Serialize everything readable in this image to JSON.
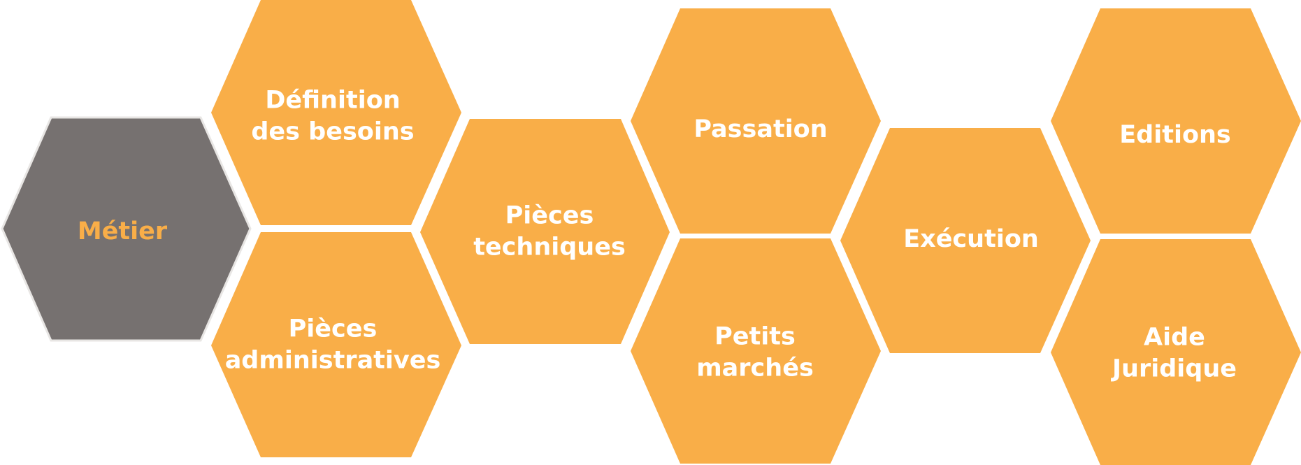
{
  "colors": {
    "primary_fill": "#F9AE48",
    "active_fill": "#767170",
    "active_stroke": "#E8E6E4",
    "label_light": "#FFFFFF",
    "label_active": "#F9AE48"
  },
  "diagram": {
    "nodes": [
      {
        "id": "metier",
        "lines": [
          "Métier"
        ],
        "active": true
      },
      {
        "id": "definition-des-besoins",
        "lines": [
          "Définition",
          "des besoins"
        ],
        "active": false
      },
      {
        "id": "pieces-administratives",
        "lines": [
          "Pièces",
          "administratives"
        ],
        "active": false
      },
      {
        "id": "pieces-techniques",
        "lines": [
          "Pièces",
          "techniques"
        ],
        "active": false
      },
      {
        "id": "passation",
        "lines": [
          "Passation"
        ],
        "active": false
      },
      {
        "id": "petits-marches",
        "lines": [
          "Petits",
          "marchés"
        ],
        "active": false
      },
      {
        "id": "execution",
        "lines": [
          "Exécution"
        ],
        "active": false
      },
      {
        "id": "editions",
        "lines": [
          "Editions"
        ],
        "active": false
      },
      {
        "id": "aide-juridique",
        "lines": [
          "Aide",
          "Juridique"
        ],
        "active": false
      }
    ]
  }
}
